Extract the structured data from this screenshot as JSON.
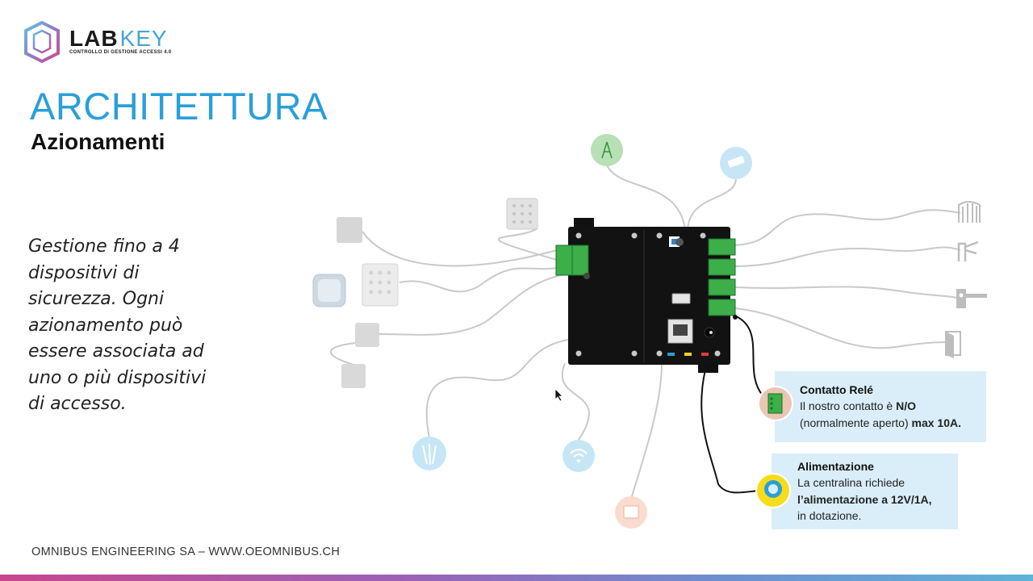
{
  "logo": {
    "word_bold": "LAB",
    "word_light": "KEY",
    "tagline": "CONTROLLO DI GESTIONE ACCESSI 4.0"
  },
  "title": "ARCHITETTURA",
  "subtitle": "Azionamenti",
  "description": "Gestione fino a 4 dispositivi di sicurezza. Ogni azionamento può essere associata ad uno o più dispositivi di accesso.",
  "callouts": {
    "rele": {
      "title": "Contatto Relé",
      "line1_pre": "Il nostro contatto è ",
      "line1_bold": "N/O",
      "line2_pre": "(normalmente aperto) ",
      "line2_bold": "max 10A."
    },
    "alimentazione": {
      "title": "Alimentazione",
      "line1": "La centralina richiede",
      "line2_bold": "l’alimentazione a 12V/1A,",
      "line3": "in dotazione."
    }
  },
  "footer": "OMNIBUS ENGINEERING SA – WWW.OEOMNIBUS.CH",
  "colors": {
    "title_blue": "#2a9fd8",
    "callout_bg": "#d9eef9",
    "relay_green": "#3cae4a",
    "board": "#111111"
  },
  "icons": {
    "peripherals_left": [
      "keypad-icon",
      "keypad-icon",
      "reader-icon",
      "keypad-icon",
      "keypad-icon",
      "keypad-icon"
    ],
    "peripherals_top": [
      "antenna-icon",
      "usb-stick-icon"
    ],
    "peripherals_bottom": [
      "fiber-cable-icon",
      "wifi-icon",
      "ethernet-icon"
    ],
    "actuators_right": [
      "gate-icon",
      "turnstile-icon",
      "barrier-icon",
      "door-icon"
    ],
    "callout_icons": [
      "relay-icon",
      "power-plug-icon"
    ]
  }
}
